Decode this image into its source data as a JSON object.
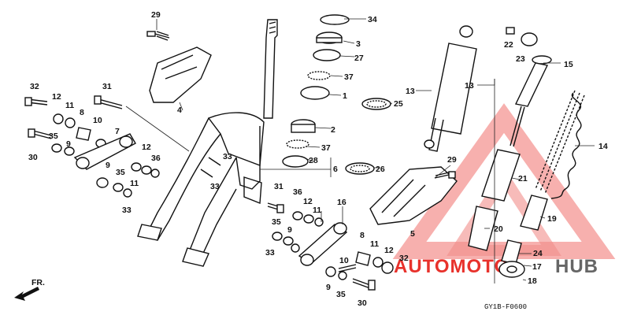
{
  "watermark": {
    "brand_left": "AUTOMOTO",
    "brand_right": "HUB",
    "color": "#e8322c",
    "color_right": "#666666"
  },
  "diagram_code": "GY1B-F0600",
  "direction_label": "FR.",
  "part_numbers": {
    "p29a": "29",
    "p34": "34",
    "p3": "3",
    "p27": "27",
    "p37a": "37",
    "p1": "1",
    "p25": "25",
    "p13a": "13",
    "p13b": "13",
    "p22": "22",
    "p23": "23",
    "p15": "15",
    "p14": "14",
    "p4": "4",
    "p32a": "32",
    "p31a": "31",
    "p12a": "12",
    "p11a": "11",
    "p8a": "8",
    "p10a": "10",
    "p7": "7",
    "p35a": "35",
    "p9a": "9",
    "p30a": "30",
    "p12b": "12",
    "p36a": "36",
    "p35b": "35",
    "p9b": "9",
    "p11b": "11",
    "p33a": "33",
    "p33b": "33",
    "p33c": "33",
    "p2": "2",
    "p37b": "37",
    "p28": "28",
    "p6": "6",
    "p26": "26",
    "p29b": "29",
    "p21": "21",
    "p19": "19",
    "p5": "5",
    "p20": "20",
    "p24": "24",
    "p17": "17",
    "p18": "18",
    "p31b": "31",
    "p36b": "36",
    "p12c": "12",
    "p11c": "11",
    "p16": "16",
    "p35c": "35",
    "p9c": "9",
    "p33d": "33",
    "p8b": "8",
    "p11d": "11",
    "p12d": "12",
    "p10b": "10",
    "p32b": "32",
    "p9d": "9",
    "p35d": "35",
    "p30b": "30"
  }
}
